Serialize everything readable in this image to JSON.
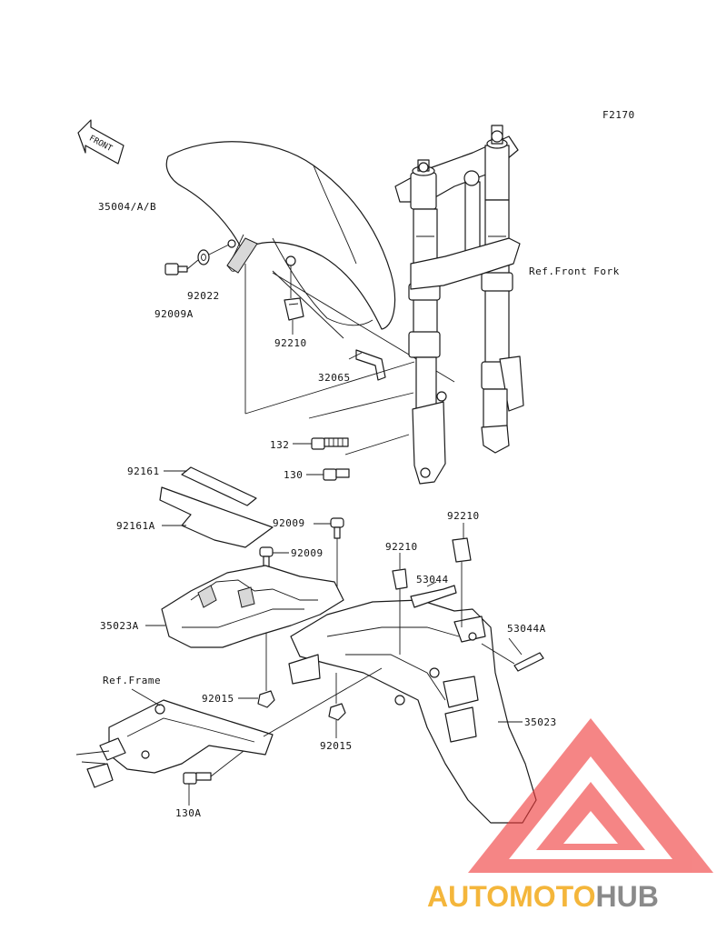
{
  "diagram": {
    "figure_code": "F2170",
    "front_marker": "FRONT",
    "labels": {
      "p35004": "35004/A/B",
      "p92022": "92022",
      "p92009A": "92009A",
      "p92210_top": "92210",
      "p32065": "32065",
      "p132": "132",
      "p130": "130",
      "ref_front_fork": "Ref.Front Fork",
      "p92161": "92161",
      "p92161A": "92161A",
      "p92009_a": "92009",
      "p92009_b": "92009",
      "p92210_r1": "92210",
      "p92210_r2": "92210",
      "p53044": "53044",
      "p53044A": "53044A",
      "p35023A": "35023A",
      "ref_frame": "Ref.Frame",
      "p92015_a": "92015",
      "p92015_b": "92015",
      "p35023": "35023",
      "p130A": "130A"
    }
  },
  "watermark": {
    "brand_part1": "AUTOMOTO",
    "brand_part2": "HUB",
    "logo_color": "#ef3b3b",
    "brand_color_1": "#f4b63b",
    "brand_color_2": "#8a8a8a"
  }
}
